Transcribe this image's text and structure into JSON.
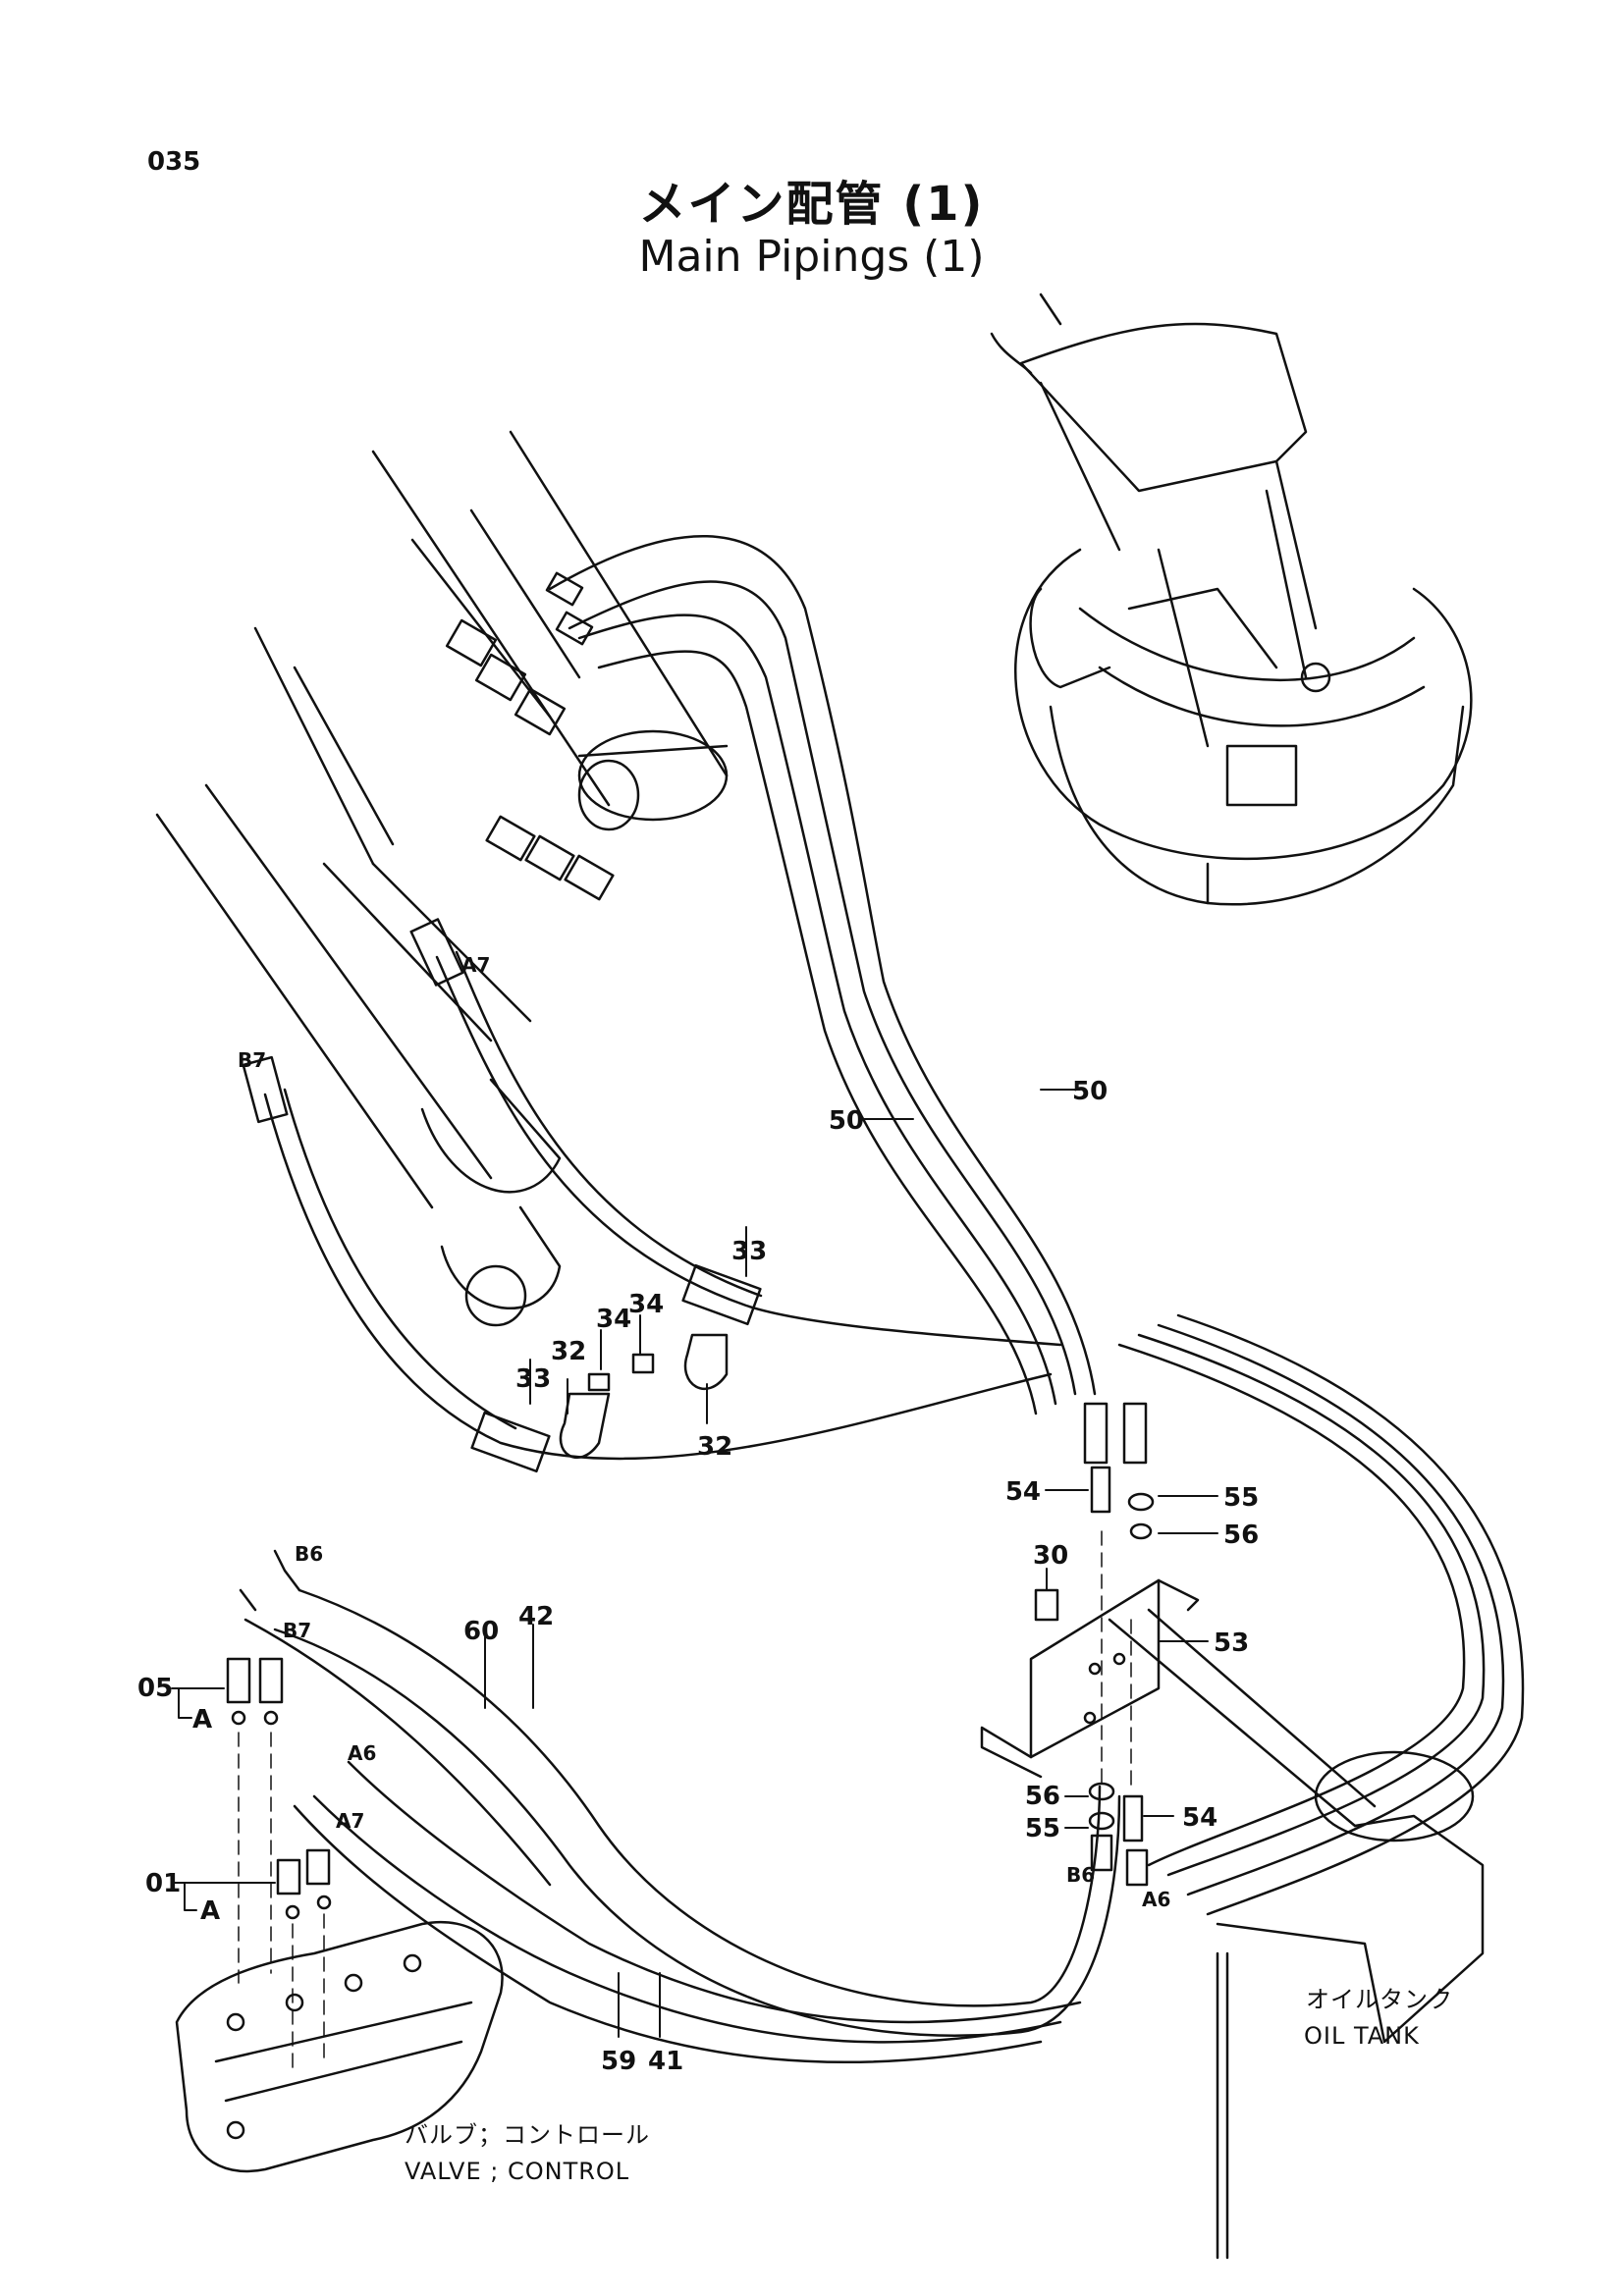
{
  "page_number": "035",
  "title_jp": "メイン配管 (1)",
  "title_en": "Main Pipings (1)",
  "callouts": {
    "c50a": "50",
    "c50b": "50",
    "c33a": "33",
    "c33b": "33",
    "c34a": "34",
    "c34b": "34",
    "c32a": "32",
    "c32b": "32",
    "c54a": "54",
    "c54b": "54",
    "c55a": "55",
    "c55b": "55",
    "c56a": "56",
    "c56b": "56",
    "c30": "30",
    "c53": "53",
    "c60": "60",
    "c42": "42",
    "c05": "05",
    "c01": "01",
    "c59": "59",
    "c41": "41"
  },
  "port_labels": {
    "a7_upper": "A7",
    "b7_upper": "B7",
    "b6_left": "B6",
    "b7_left": "B7",
    "a6_left": "A6",
    "a7_left": "A7",
    "b6_right": "B6",
    "a6_right": "A6",
    "a_upper": "A",
    "a_lower": "A"
  },
  "captions": {
    "oil_tank_jp": "オイルタンク",
    "oil_tank_en": "OIL TANK",
    "valve_jp": "バルブ；コントロール",
    "valve_en": "VALVE ; CONTROL"
  }
}
